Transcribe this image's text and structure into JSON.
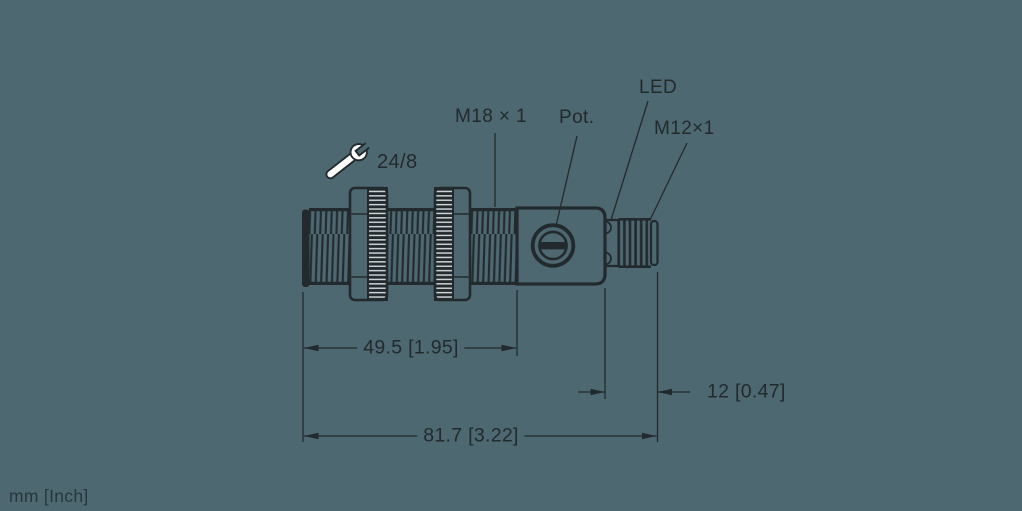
{
  "canvas": {
    "background_color": "#4d6871",
    "ink_color": "#232a2d"
  },
  "callouts": {
    "barrel_thread": "M18 × 1",
    "potentiometer": "Pot.",
    "led": "LED",
    "connector_thread": "M12×1",
    "wrench_size": "24/8"
  },
  "dimensions": {
    "thread_length": "49.5 [1.95]",
    "overall_length": "81.7 [3.22]",
    "connector_length": "12 [0.47]"
  },
  "units_note": "mm [Inch]",
  "icons": {
    "wrench": "open-end-wrench"
  }
}
